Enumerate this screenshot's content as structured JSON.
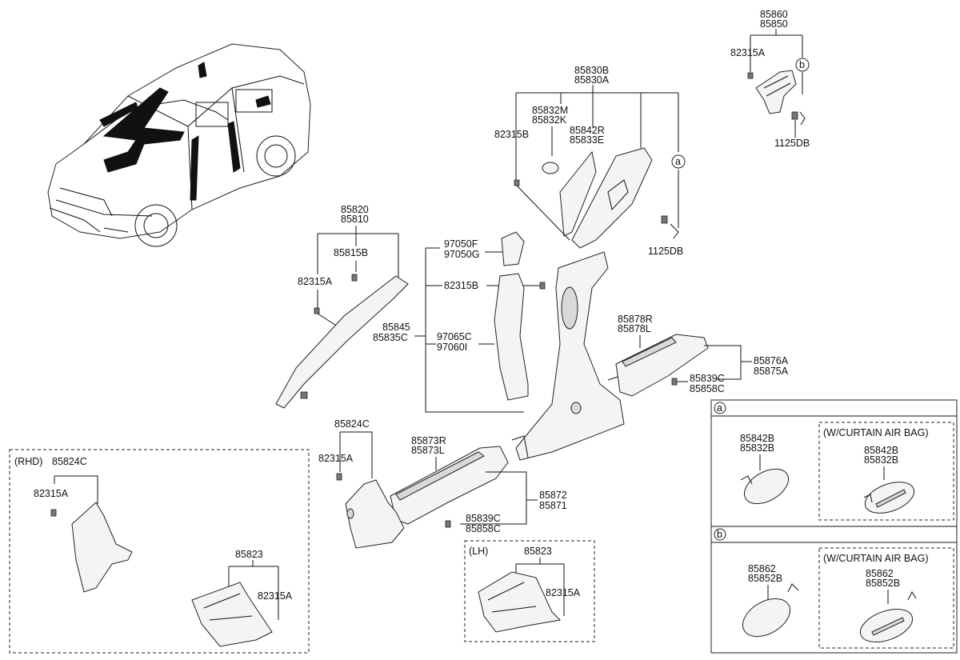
{
  "labels": {
    "top_right": [
      "85860",
      "85850",
      "82315A",
      "1125DB"
    ],
    "c_pillar": [
      "85830B",
      "85830A",
      "85832M",
      "85832K",
      "82315B",
      "85842R",
      "85833E",
      "1125DB"
    ],
    "a_pillar": [
      "85820",
      "85810",
      "85815B",
      "82315A"
    ],
    "b_pillar": [
      "97050F",
      "97050G",
      "82315B",
      "85845",
      "85835C",
      "97065C",
      "97060I"
    ],
    "rear_scuff": [
      "85878R",
      "85878L",
      "85876A",
      "85875A",
      "85839C",
      "85858C"
    ],
    "front_scuff": [
      "85873R",
      "85873L",
      "85872",
      "85871",
      "85839C",
      "85858C"
    ],
    "front_trim": [
      "85824C",
      "82315A"
    ],
    "rhd": [
      "(RHD)",
      "85824C",
      "82315A",
      "85823",
      "82315A"
    ],
    "lh": [
      "(LH)",
      "85823",
      "82315A"
    ],
    "detail_a": [
      "85842B",
      "85832B",
      "(W/CURTAIN AIR BAG)",
      "85842B",
      "85832B"
    ],
    "detail_b": [
      "85862",
      "85852B",
      "(W/CURTAIN AIR BAG)",
      "85862",
      "85852B"
    ]
  },
  "circle_markers": [
    "a",
    "b"
  ]
}
